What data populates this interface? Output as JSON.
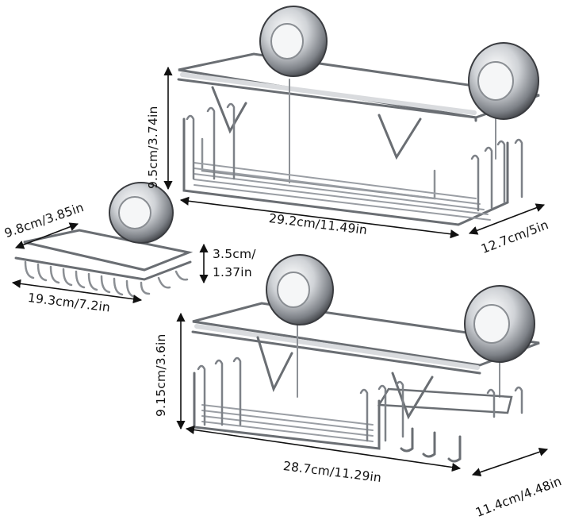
{
  "colors": {
    "steel": "#9a9ea4",
    "dark": "#2b2b2b",
    "ink": "#111111",
    "background": "#ffffff"
  },
  "dimensions": {
    "top_height": "9.5cm/3.74in",
    "top_length": "29.2cm/11.49in",
    "top_depth": "12.7cm/5in",
    "soap_depth": "9.8cm/3.85in",
    "soap_height_line1": "3.5cm/",
    "soap_height_line2": "1.37in",
    "soap_length": "19.3cm/7.2in",
    "bottom_height": "9.15cm/3.6in",
    "bottom_length": "28.7cm/11.29in",
    "bottom_depth": "11.4cm/4.48in"
  }
}
